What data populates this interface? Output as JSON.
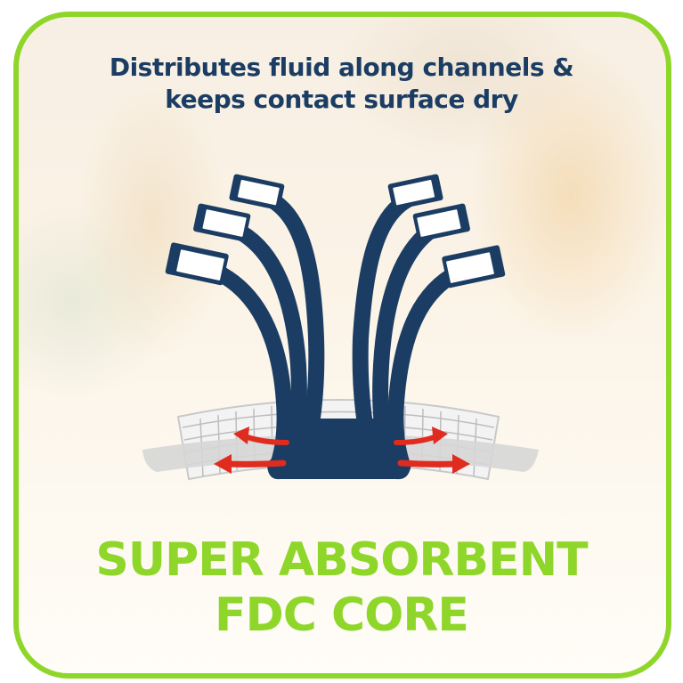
{
  "headline": {
    "line1": "Distributes fluid along channels &",
    "line2": "keeps contact surface dry"
  },
  "title": {
    "line1": "SUPER ABSORBENT",
    "line2": "FDC CORE"
  },
  "illustration": {
    "icon": "fluid-channels-icon",
    "arrow_icon": "spread-arrow-icon"
  },
  "colors": {
    "border": "#8fd62a",
    "title": "#8fd62a",
    "headline": "#1b3d63",
    "tubes": "#1b3d63",
    "arrows": "#e02b1f"
  }
}
